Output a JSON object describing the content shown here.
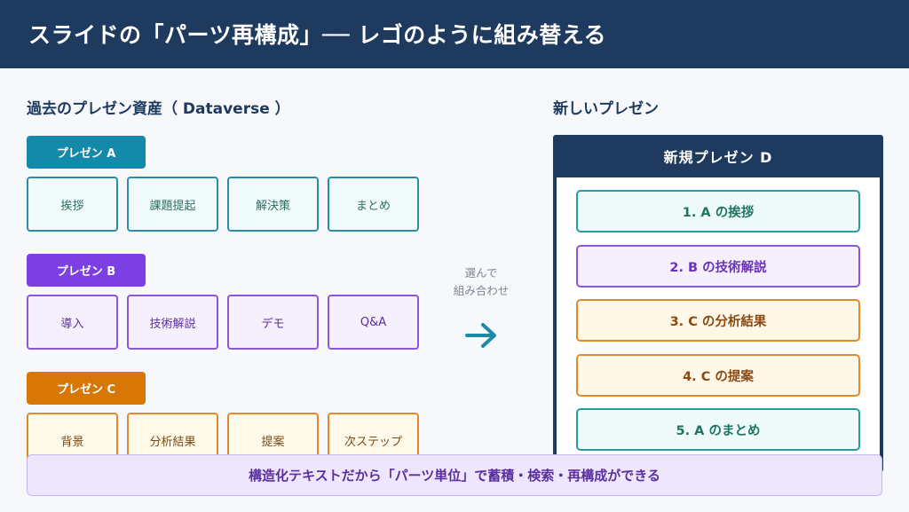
{
  "header": {
    "title": "スライドの「パーツ再構成」── レゴのように組み替える"
  },
  "left_section": {
    "title": "過去のプレゼン資産（ Dataverse ）",
    "presentations": [
      {
        "label": "プレゼン A",
        "color": "#148aab",
        "parts": [
          "挨拶",
          "課題提起",
          "解決策",
          "まとめ"
        ]
      },
      {
        "label": "プレゼン B",
        "color": "#7b3fe4",
        "parts": [
          "導入",
          "技術解説",
          "デモ",
          "Q&A"
        ]
      },
      {
        "label": "プレゼン C",
        "color": "#d97706",
        "parts": [
          "背景",
          "分析結果",
          "提案",
          "次ステップ"
        ]
      }
    ]
  },
  "middle": {
    "line1": "選んで",
    "line2": "組み合わせ",
    "arrow_icon": "arrow-right-icon",
    "arrow_color": "#1a8aa6"
  },
  "right_section": {
    "title": "新しいプレゼン",
    "panel_title": "新規プレゼン D",
    "slots": [
      {
        "label": "1. A の挨拶",
        "source": "A"
      },
      {
        "label": "2. B の技術解説",
        "source": "B"
      },
      {
        "label": "3. C の分析結果",
        "source": "C"
      },
      {
        "label": "4. C の提案",
        "source": "C"
      },
      {
        "label": "5. A のまとめ",
        "source": "A"
      }
    ]
  },
  "banner": {
    "text": "構造化テキストだから「パーツ単位」で蓄積・検索・再構成ができる"
  },
  "colors": {
    "header_bg": "#1e3a5f",
    "page_bg": "#f6f8fb"
  }
}
